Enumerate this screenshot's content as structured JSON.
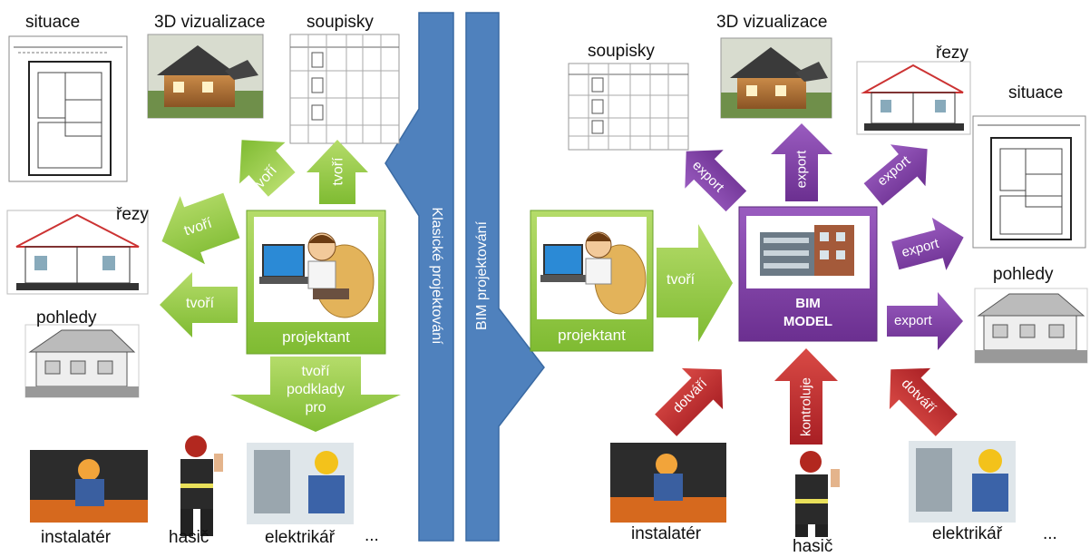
{
  "left": {
    "situation_label": "situace",
    "viz_label": "3D vizualizace",
    "lists_label": "soupisky",
    "sections_label": "řezy",
    "views_label": "pohledy",
    "designer_label": "projektant",
    "arrow_labels": [
      "tvoří",
      "tvoří",
      "tvoří",
      "tvoří"
    ],
    "down_arrow_label": "tvoří\npodklady\npro",
    "workers": [
      "instalatér",
      "hasič",
      "elektrikář",
      "..."
    ]
  },
  "center": {
    "classic_label": "Klasické projektování",
    "bim_label": "BIM projektování"
  },
  "right": {
    "lists_label": "soupisky",
    "viz_label": "3D vizualizace",
    "sections_label": "řezy",
    "situation_label": "situace",
    "views_label": "pohledy",
    "designer_label": "projektant",
    "create_label": "tvoří",
    "bim_line1": "BIM",
    "bim_line2": "MODEL",
    "export_labels": [
      "export",
      "export",
      "export",
      "export",
      "export"
    ],
    "red_labels": [
      "dotváří",
      "kontroluje",
      "dotváří"
    ],
    "workers": [
      "instalatér",
      "hasič",
      "elektrikář",
      "..."
    ]
  },
  "colors": {
    "green": "#8dc63f",
    "green_dark": "#6aa22b",
    "blue": "#4a7ebb",
    "purple": "#7b3fa0",
    "red": "#c0282d"
  }
}
